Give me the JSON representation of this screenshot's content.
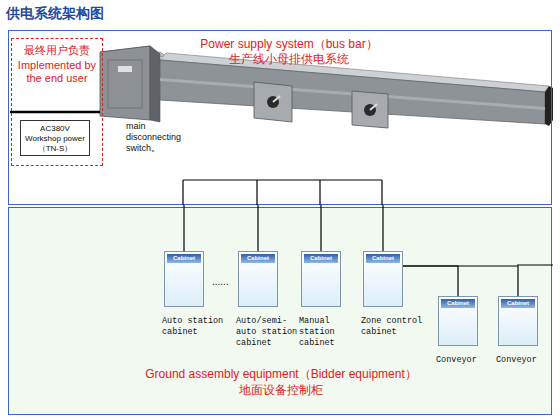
{
  "diagram": {
    "title": "供电系统架构图",
    "nodes": [
      {
        "text": [
          "Power supply system（bus bar）",
          "生产线小母排供电系统"
        ]
      },
      {
        "text": [
          "最终用户负责",
          "Implemented by the end user"
        ],
        "in": 0
      },
      {
        "text": [
          "AC380V Workshop power（TN-S）"
        ],
        "in": 1
      },
      {
        "text": [
          "Ground assembly equipment（Bidder equipment）",
          "地面设备控制柜"
        ]
      },
      {
        "text": [
          "Cabinet",
          "Auto station cabinet"
        ],
        "in": 3
      },
      {
        "text": [
          "Cabinet",
          "Auto/semi-auto station cabinet"
        ],
        "in": 3
      },
      {
        "text": [
          "Cabinet",
          "Manual station cabinet"
        ],
        "in": 3
      },
      {
        "text": [
          "Cabinet",
          "Zone control cabinet"
        ],
        "in": 3
      },
      {
        "text": [
          "Cabinet",
          "Conveyor"
        ],
        "in": 3
      },
      {
        "text": [
          "Cabinet",
          "Conveyor"
        ],
        "in": 3
      }
    ],
    "edges": [
      {
        "from": 0,
        "to": 4,
        "arrow": "none"
      },
      {
        "from": 0,
        "to": 5,
        "arrow": "none"
      },
      {
        "from": 0,
        "to": 6,
        "arrow": "none"
      },
      {
        "from": 0,
        "to": 7,
        "arrow": "none"
      },
      {
        "from": 7,
        "to": 8,
        "arrow": "none"
      },
      {
        "from": 7,
        "to": 9,
        "arrow": "none"
      }
    ],
    "labels": [
      "main disconnecting switch。",
      "......"
    ]
  }
}
